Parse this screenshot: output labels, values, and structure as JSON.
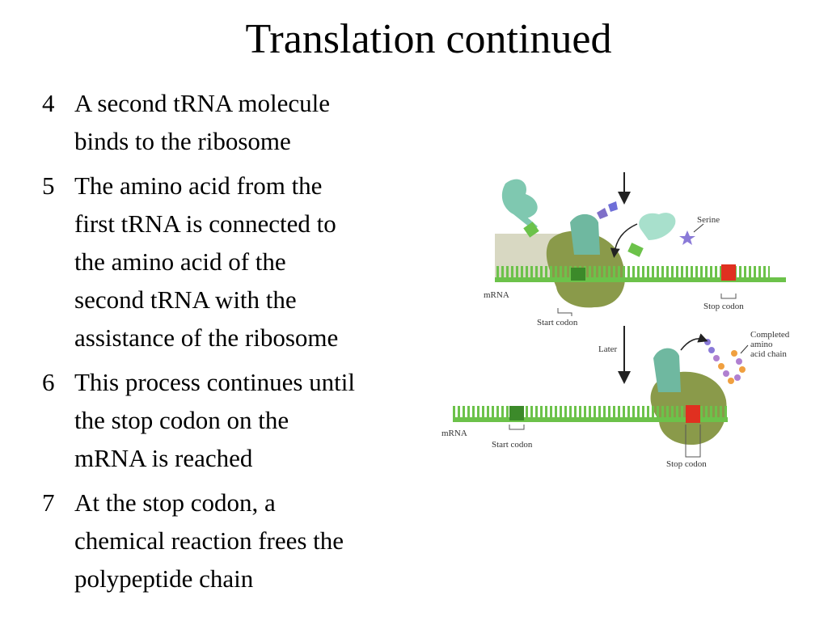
{
  "title": "Translation continued",
  "steps": [
    {
      "num": "4",
      "lines": [
        "A second tRNA molecule",
        "binds to the ribosome"
      ]
    },
    {
      "num": "5",
      "lines": [
        "The amino acid from the",
        "first tRNA is connected to",
        "the amino acid of the",
        "second tRNA with the",
        "assistance of the ribosome"
      ]
    },
    {
      "num": "6",
      "lines": [
        "This process continues until",
        "the stop codon on the",
        "mRNA is reached"
      ]
    },
    {
      "num": "7",
      "lines": [
        "At the stop codon, a",
        "chemical reaction frees the",
        "polypeptide chain"
      ]
    }
  ],
  "diagram": {
    "top": {
      "serine": "Serine",
      "mrna": "mRNA",
      "start_codon": "Start codon",
      "stop_codon": "Stop codon"
    },
    "bottom": {
      "later": "Later",
      "completed_1": "Completed",
      "completed_2": "amino",
      "completed_3": "acid chain",
      "mrna": "mRNA",
      "start_codon": "Start codon",
      "stop_codon": "Stop codon"
    },
    "colors": {
      "mrna": "#6cc24a",
      "ribosome": "#8a9a4a",
      "trna": "#7fc8b0",
      "stop": "#e03020",
      "chain_1": "#b080d0",
      "chain_2": "#f0a040"
    }
  }
}
